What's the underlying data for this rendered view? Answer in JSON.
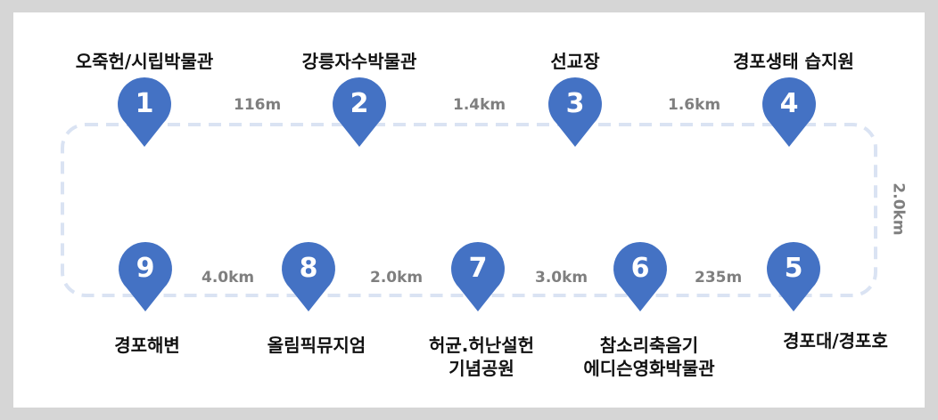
{
  "colors": {
    "pin": "#4472c4",
    "route": "#dae3f3",
    "distance_text": "#7f7f7f",
    "label_text": "#111111"
  },
  "stops": [
    {
      "number": "1",
      "name": "오죽헌/시립박물관"
    },
    {
      "number": "2",
      "name": "강릉자수박물관"
    },
    {
      "number": "3",
      "name": "선교장"
    },
    {
      "number": "4",
      "name": "경포생태 습지원"
    },
    {
      "number": "5",
      "name": "경포대/경포호"
    },
    {
      "number": "6",
      "name": "참소리축음기\n에디슨영화박물관"
    },
    {
      "number": "7",
      "name": "허균.허난설헌\n기념공원"
    },
    {
      "number": "8",
      "name": "올림픽뮤지엄"
    },
    {
      "number": "9",
      "name": "경포해변"
    }
  ],
  "distances": [
    "116m",
    "1.4km",
    "1.6km",
    "2.0km",
    "235m",
    "3.0km",
    "2.0km",
    "4.0km"
  ]
}
